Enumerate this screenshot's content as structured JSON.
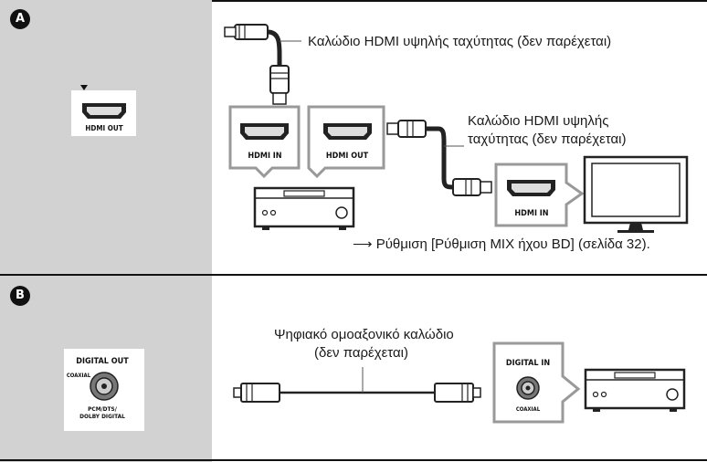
{
  "section_a": {
    "badge": "A",
    "player_port": "HDMI OUT",
    "cable_top_caption": "Καλώδιο HDMI υψηλής ταχύτητας (δεν παρέχεται)",
    "receiver_in_port": "HDMI IN",
    "receiver_out_port": "HDMI OUT",
    "cable_right_caption_line1": "Καλώδιο HDMI υψηλής",
    "cable_right_caption_line2": "ταχύτητας (δεν παρέχεται)",
    "tv_in_port": "HDMI IN",
    "setting_note": "Ρύθμιση [Ρύθμιση MIX ήχου BD] (σελίδα 32).",
    "arrow_symbol": "⟶"
  },
  "section_b": {
    "badge": "B",
    "player_port_title": "DIGITAL OUT",
    "player_port_sub": "COAXIAL",
    "player_port_formats_line1": "PCM/DTS/",
    "player_port_formats_line2": "DOLBY DIGITAL",
    "cable_caption_line1": "Ψηφιακό ομοαξονικό καλώδιο",
    "cable_caption_line2": "(δεν παρέχεται)",
    "receiver_port_title": "DIGITAL IN",
    "receiver_port_sub": "COAXIAL"
  }
}
